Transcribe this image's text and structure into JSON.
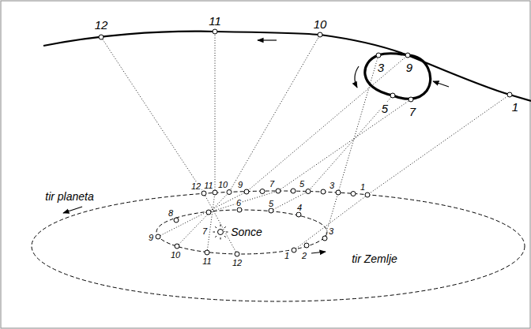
{
  "diagram": {
    "labels": [
      "12",
      "11",
      "10",
      "3",
      "9",
      "5",
      "7",
      "1",
      "12",
      "11",
      "10",
      "9",
      "7",
      "5",
      "3",
      "1",
      "tir planeta",
      "8",
      "7",
      "6",
      "5",
      "4",
      "9",
      "Sonce",
      "3",
      "10",
      "11",
      "12",
      "1",
      "2",
      "tir Zemlje"
    ]
  }
}
